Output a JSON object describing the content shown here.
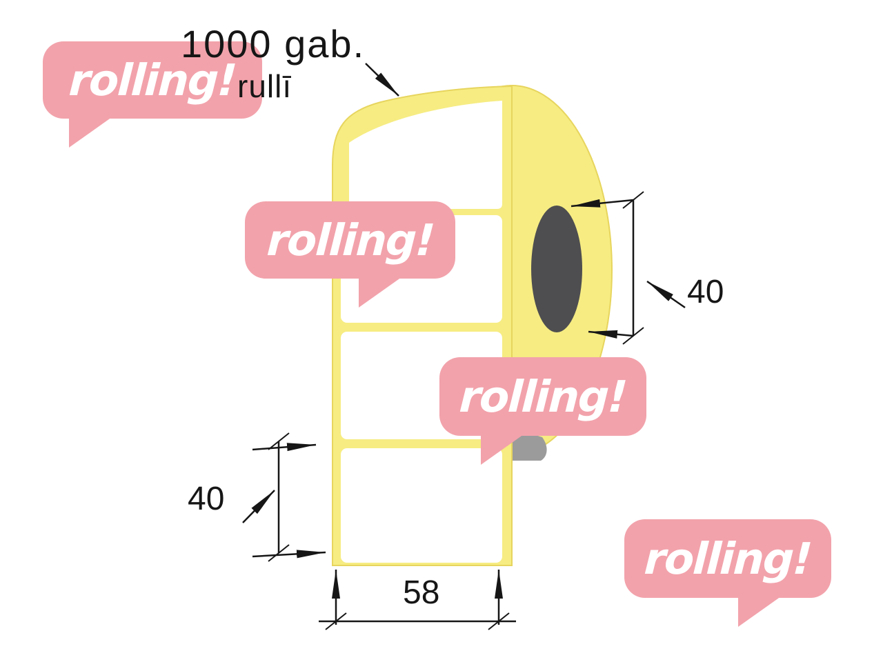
{
  "page": {
    "background": "#ffffff"
  },
  "annotations": {
    "quantity_line1": "1000 gab.",
    "quantity_line2": "rullī",
    "core_diameter_mm": "40",
    "label_height_mm": "40",
    "label_width_mm": "58"
  },
  "watermark": {
    "text": "rolling!",
    "bubble_color": "#f2a2ab",
    "text_color": "#ffffff"
  },
  "diagram": {
    "roll_color": "#f6ec82",
    "roll_edge_color": "#e7d55e",
    "core_color": "#4e4e50",
    "label_color": "#ffffff",
    "shadow_color": "#9b9b9b",
    "line_color": "#161616"
  }
}
